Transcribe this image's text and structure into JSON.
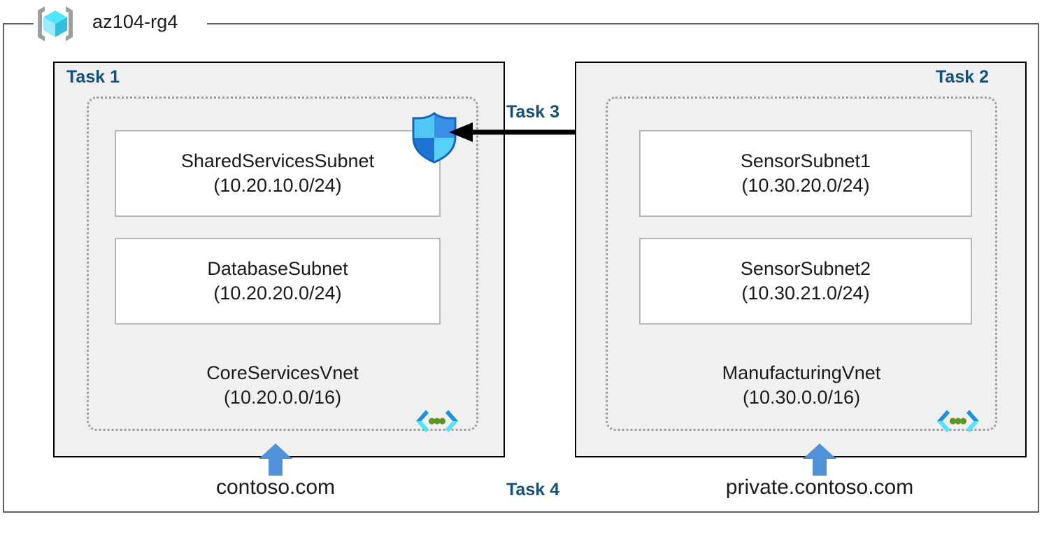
{
  "resource_group": {
    "icon": "azure-resource-group-cube-icon",
    "title": "az104-rg4"
  },
  "panels": [
    {
      "id": "left",
      "task_label": "Task 1",
      "vnet": {
        "name": "CoreServicesVnet",
        "cidr": "(10.20.0.0/16)",
        "icon": "virtual-network-icon"
      },
      "subnets": [
        {
          "name": "SharedServicesSubnet",
          "cidr": "(10.20.10.0/24)"
        },
        {
          "name": "DatabaseSubnet",
          "cidr": "(10.20.20.0/24)"
        }
      ],
      "dns": {
        "label": "contoso.com",
        "arrow_icon": "up-arrow-icon"
      }
    },
    {
      "id": "right",
      "task_label": "Task 2",
      "vnet": {
        "name": "ManufacturingVnet",
        "cidr": "(10.30.0.0/16)",
        "icon": "virtual-network-icon"
      },
      "subnets": [
        {
          "name": "SensorSubnet1",
          "cidr": "(10.30.20.0/24)"
        },
        {
          "name": "SensorSubnet2",
          "cidr": "(10.30.21.0/24)"
        }
      ],
      "dns": {
        "label": "private.contoso.com",
        "arrow_icon": "up-arrow-icon"
      }
    }
  ],
  "connection": {
    "task_label": "Task 3",
    "arrow_icon": "left-arrow-icon",
    "source_icon": "vm-shield-icon",
    "target_icon": "firewall-shield-icon"
  },
  "peering": {
    "task_label": "Task 4"
  },
  "colors": {
    "task_label": "#11517e",
    "panel_fill": "#f0f0f0",
    "panel_border": "#000000",
    "vnet_border": "#9e9e9e",
    "subnet_border": "#b8b8b8",
    "rg_border": "#616161",
    "dns_arrow": "#4f92d9",
    "text": "#1a1a1a"
  }
}
